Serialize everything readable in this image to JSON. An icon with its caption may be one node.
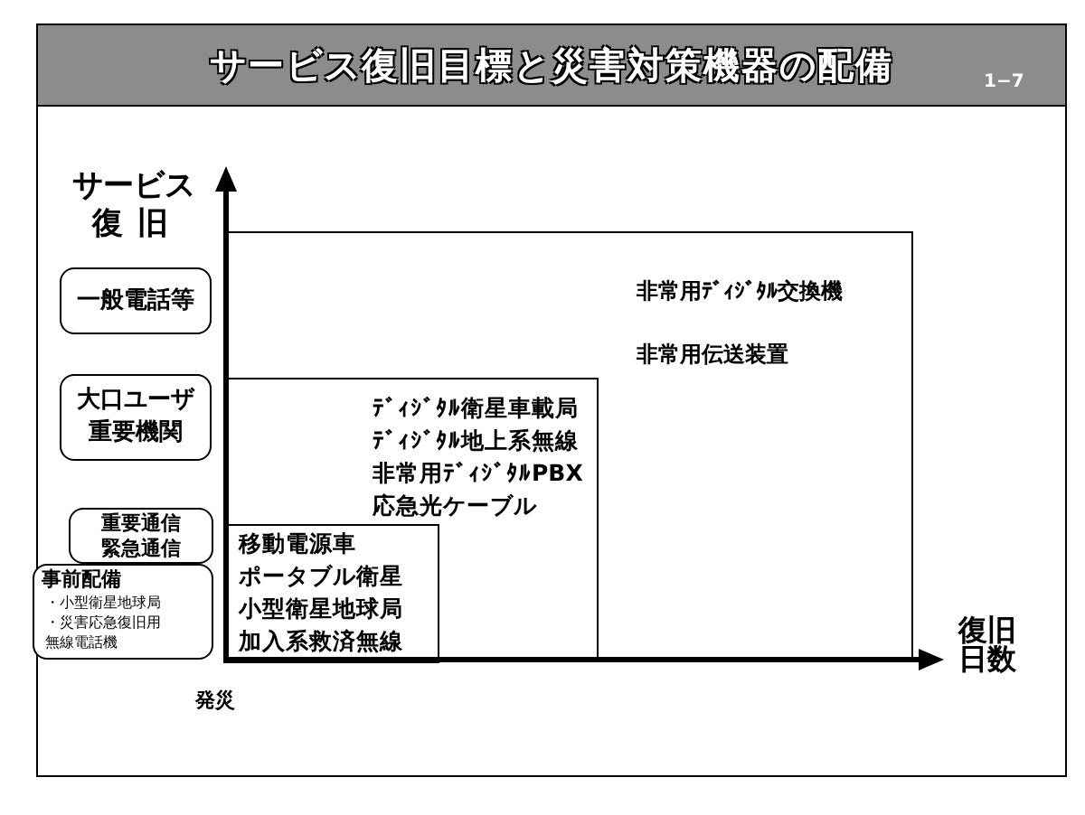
{
  "diagram": {
    "title": "サービス復旧目標と災害対策機器の配備",
    "nodes": [
      {
        "text": [
          "非常用ﾃﾞｨｼﾞﾀﾙ交換機",
          "非常用伝送装置"
        ]
      },
      {
        "text": [
          "ﾃﾞｨｼﾞﾀﾙ衛星車載局",
          "ﾃﾞｨｼﾞﾀﾙ地上系無線",
          "非常用ﾃﾞｨｼﾞﾀﾙPBX",
          "応急光ケーブル"
        ],
        "in": 0
      },
      {
        "text": [
          "移動電源車",
          "ポータブル衛星",
          "小型衛星地球局",
          "加入系救済無線"
        ],
        "in": 1
      },
      {
        "text": [
          "一般電話等"
        ]
      },
      {
        "text": [
          "大口ユーザ",
          "重要機関"
        ]
      },
      {
        "text": [
          "重要通信",
          "緊急通信"
        ]
      },
      {
        "text": [
          "事前配備",
          "・小型衛星地球局",
          "・災害応急復旧用無線電話機"
        ]
      }
    ],
    "labels": [
      "1−7",
      "サービス",
      "復旧",
      "復旧",
      "日数",
      "発災"
    ]
  }
}
